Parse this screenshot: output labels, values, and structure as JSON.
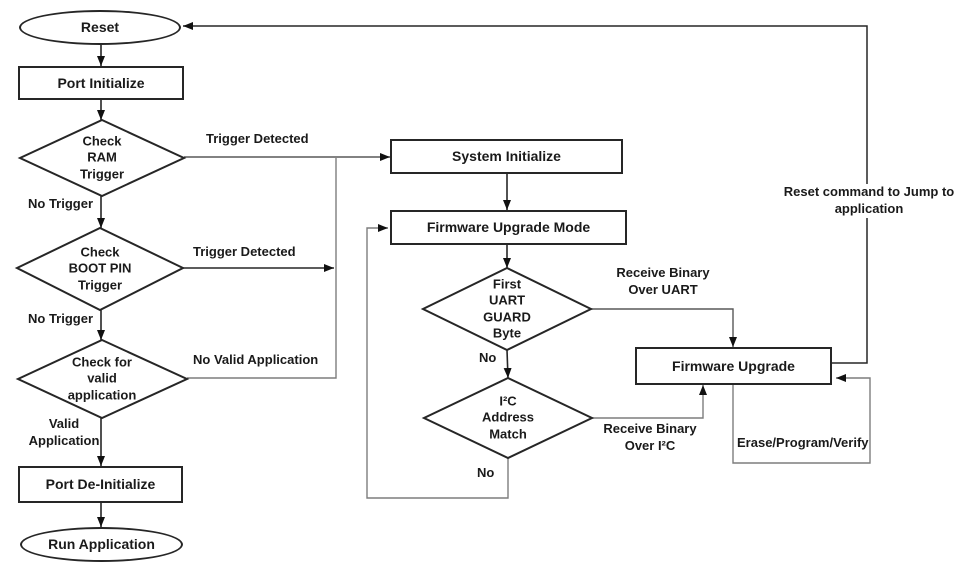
{
  "nodes": {
    "reset": {
      "label": "Reset"
    },
    "port_initialize": {
      "label": "Port Initialize"
    },
    "check_ram_trigger": {
      "label": "Check\nRAM\nTrigger"
    },
    "check_boot_pin_trigger": {
      "label": "Check\nBOOT PIN\nTrigger"
    },
    "check_valid_application": {
      "label": "Check for\nvalid\napplication"
    },
    "port_deinitialize": {
      "label": "Port De-Initialize"
    },
    "run_application": {
      "label": "Run Application"
    },
    "system_initialize": {
      "label": "System Initialize"
    },
    "firmware_upgrade_mode": {
      "label": "Firmware Upgrade Mode"
    },
    "first_uart_guard_byte": {
      "label": "First\nUART\nGUARD\nByte"
    },
    "i2c_address_match": {
      "label": "I²C\nAddress\nMatch"
    },
    "firmware_upgrade": {
      "label": "Firmware Upgrade"
    }
  },
  "edge_labels": {
    "trigger_detected_ram": "Trigger Detected",
    "no_trigger_ram": "No Trigger",
    "trigger_detected_boot": "Trigger Detected",
    "no_trigger_boot": "No Trigger",
    "no_valid_application": "No Valid Application",
    "valid_application": "Valid\nApplication",
    "receive_binary_uart": "Receive Binary\nOver UART",
    "no_uart": "No",
    "receive_binary_i2c": "Receive Binary\nOver I²C",
    "no_i2c": "No",
    "erase_program_verify": "Erase/Program/Verify",
    "reset_command": "Reset command to Jump to\napplication"
  },
  "colors": {
    "background": "#ffffff",
    "shape_border": "#262626",
    "connector_dark": "#262626",
    "connector_mid": "#595959",
    "connector_gray": "#7d7d7d",
    "text": "#1a1a1a"
  }
}
